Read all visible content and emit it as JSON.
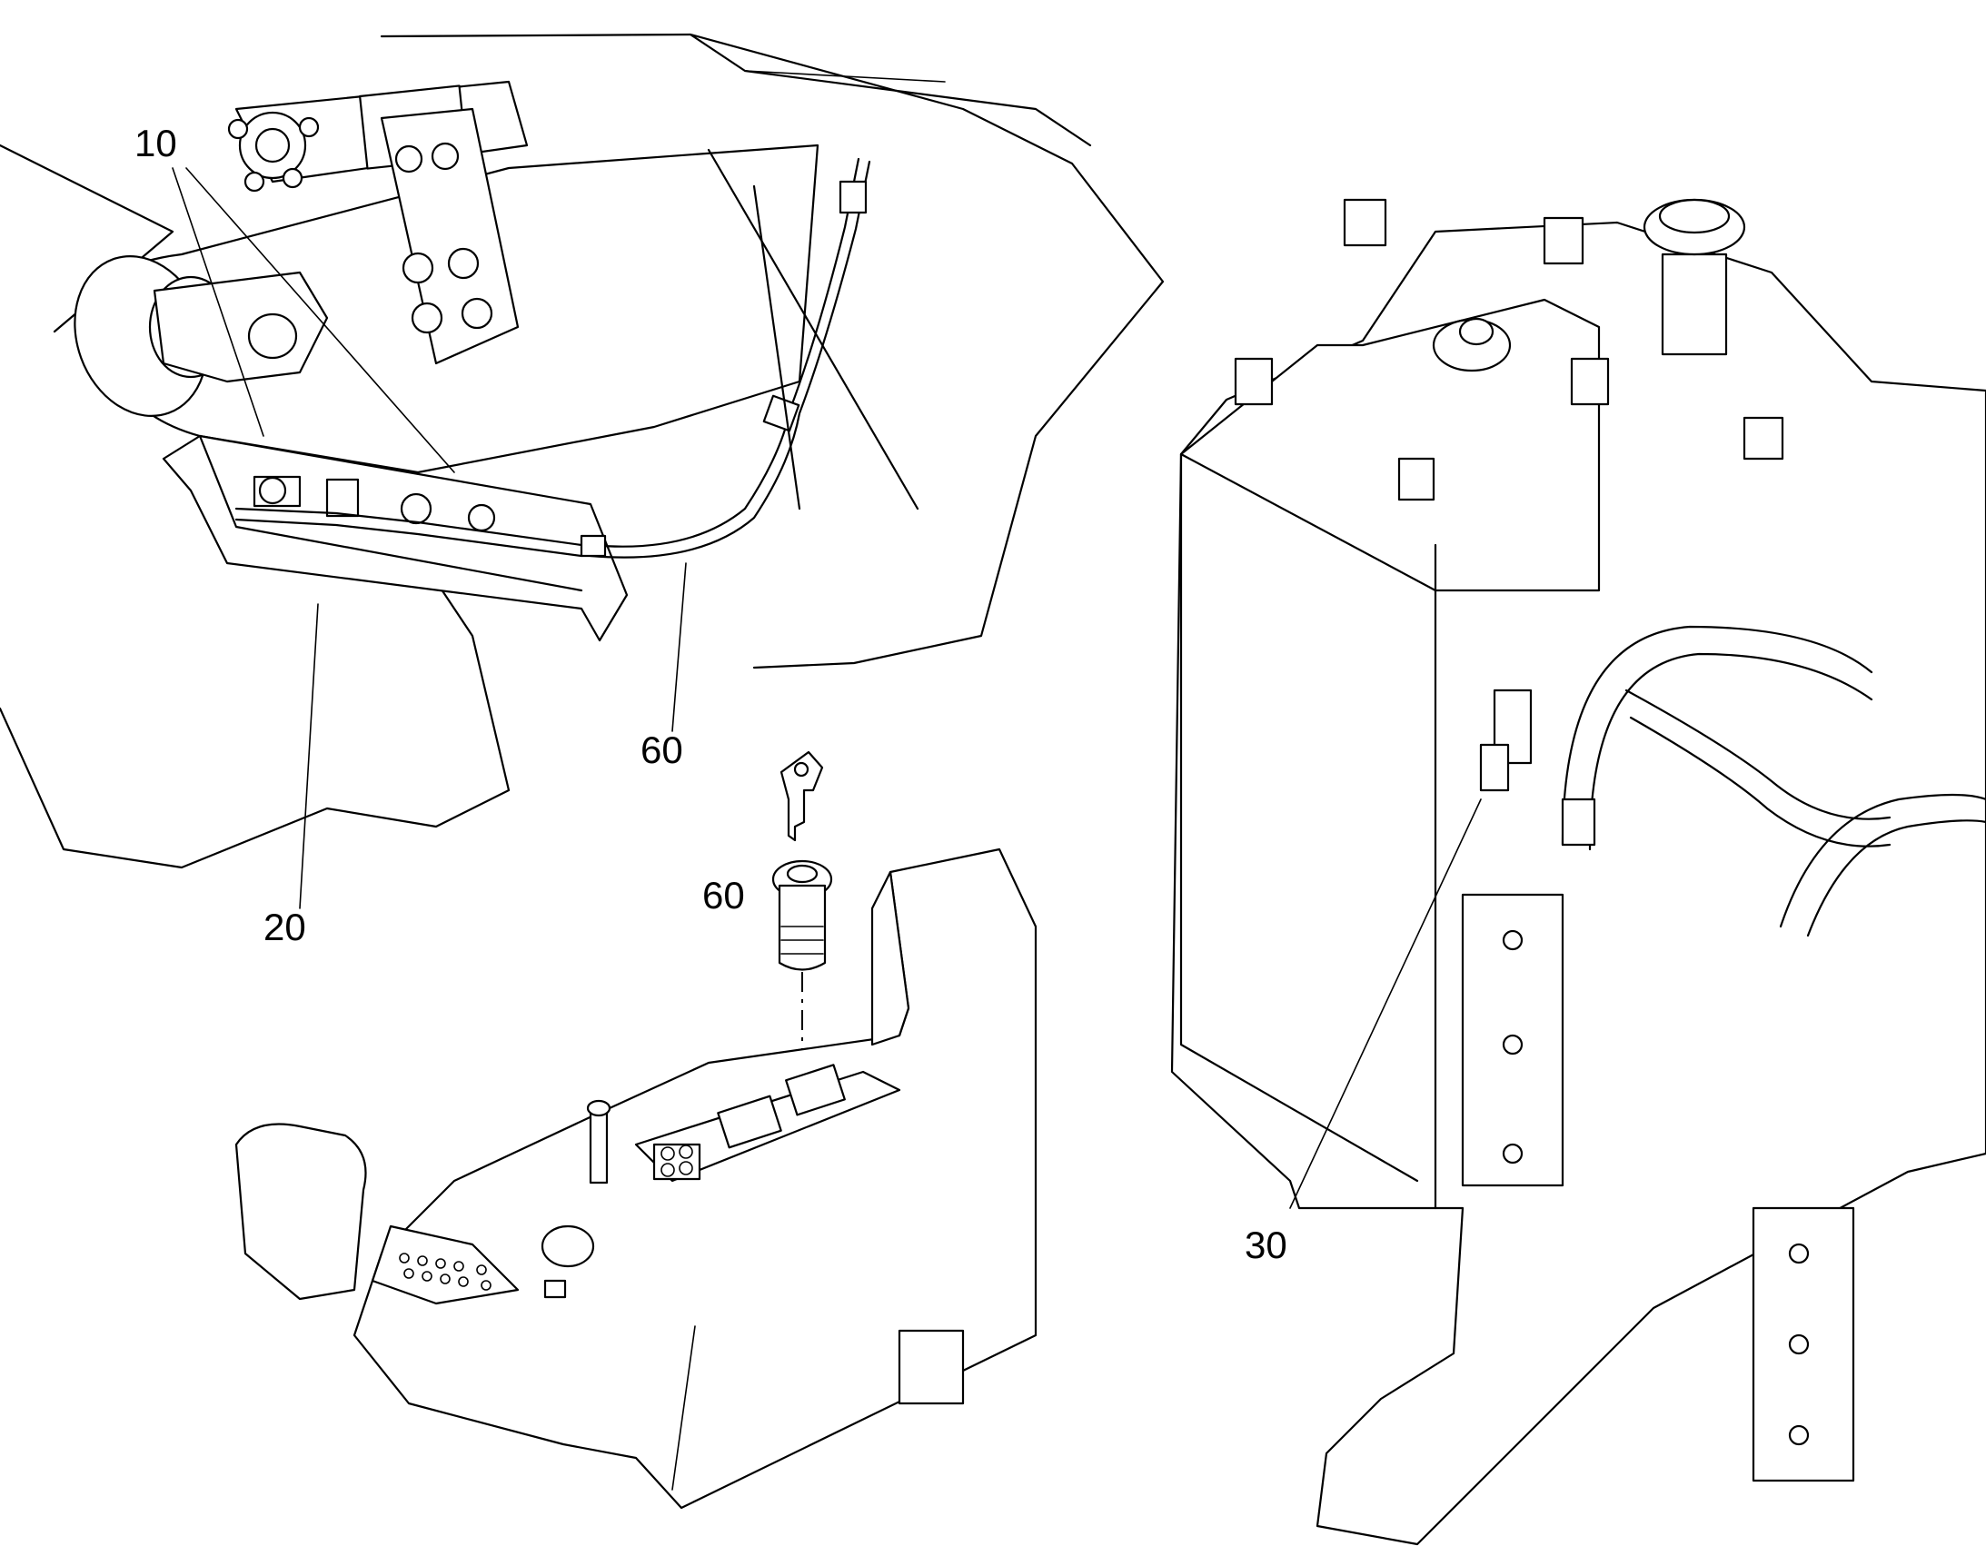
{
  "callouts": [
    {
      "id": "c10",
      "label": "10"
    },
    {
      "id": "c20",
      "label": "20"
    },
    {
      "id": "c60a",
      "label": "60"
    },
    {
      "id": "c60b",
      "label": "60"
    },
    {
      "id": "c30",
      "label": "30"
    }
  ],
  "stroke_color": "#000000",
  "background_color": "#ffffff"
}
